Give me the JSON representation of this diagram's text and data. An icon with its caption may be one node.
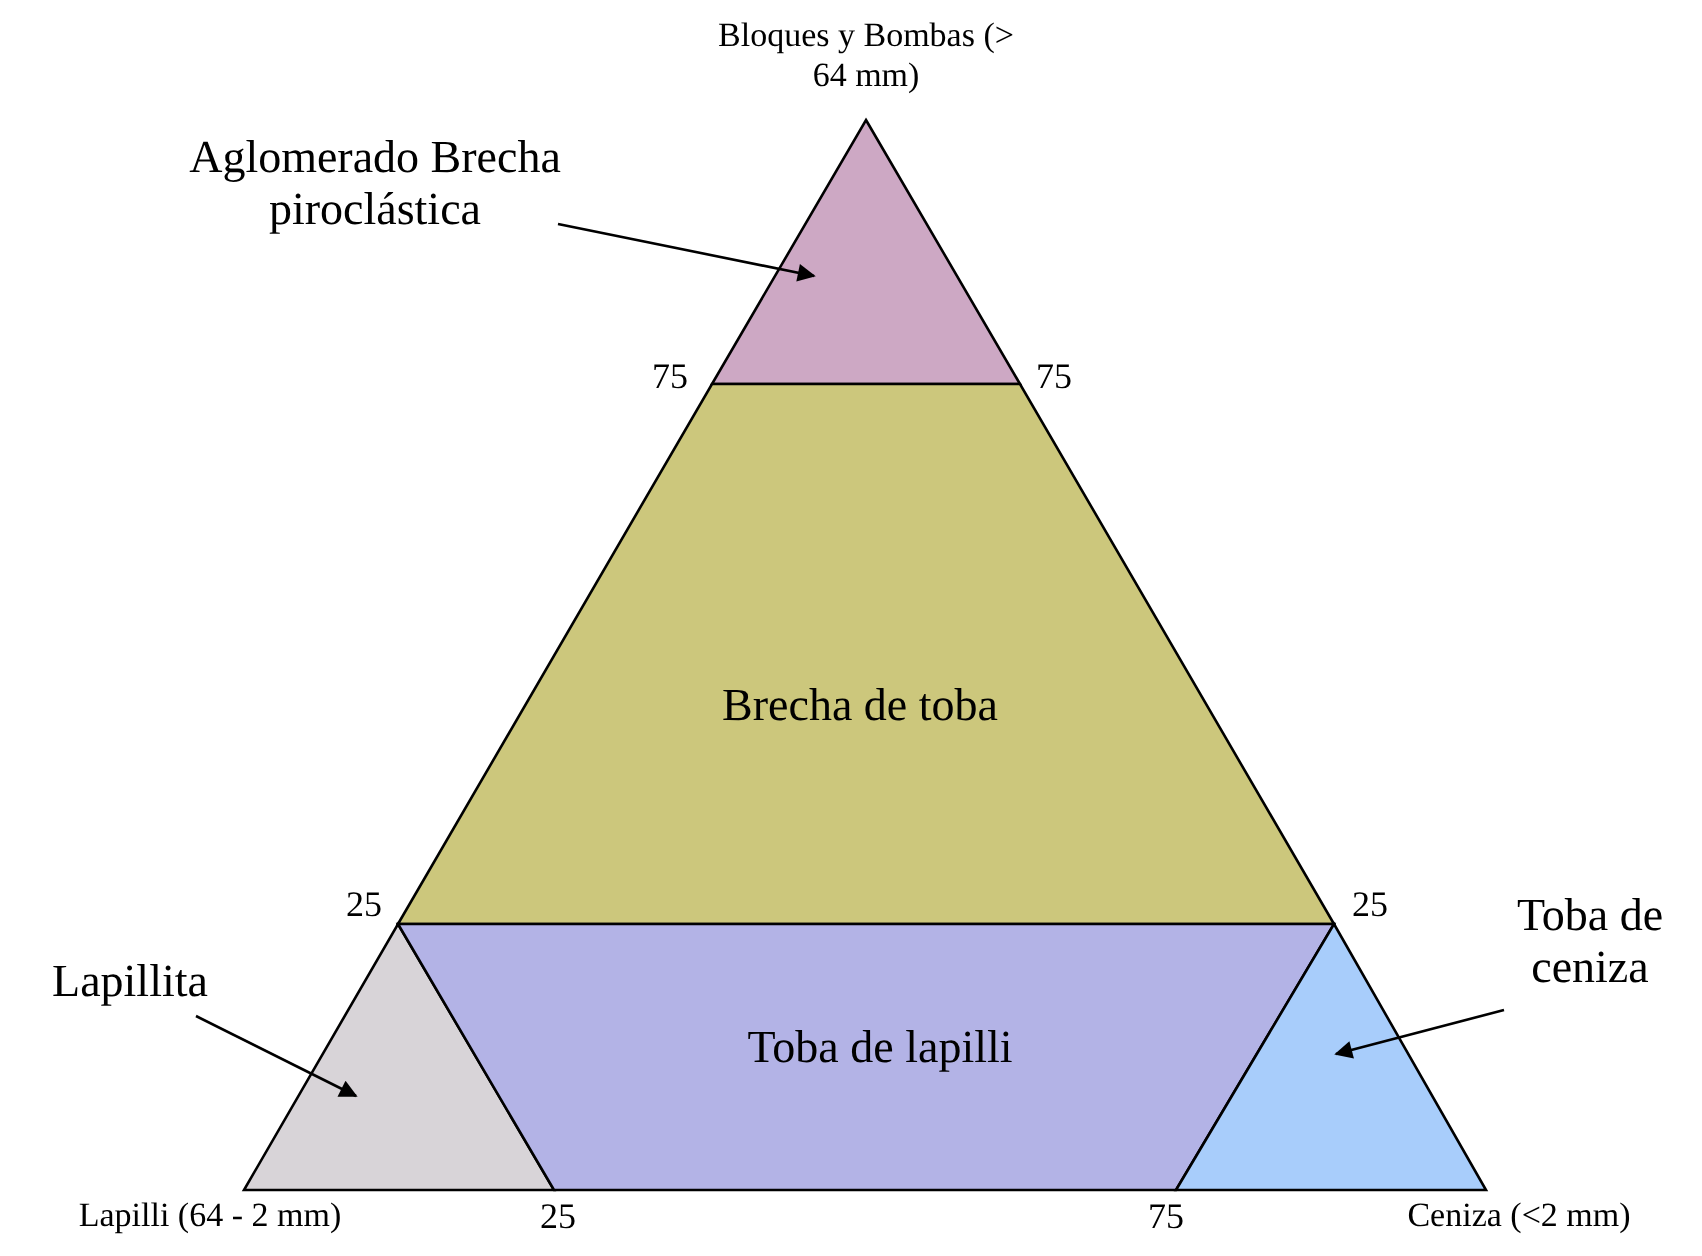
{
  "diagram": {
    "nodes": [
      {
        "text": [
          "Aglomerado Brecha piroclástica"
        ]
      },
      {
        "text": [],
        "shape": "triangle"
      },
      {
        "text": [
          "Brecha de toba"
        ]
      },
      {
        "text": [
          "Lapillita"
        ]
      },
      {
        "text": [],
        "shape": "triangle"
      },
      {
        "text": [
          "Toba de lapilli"
        ]
      },
      {
        "text": [
          "Toba de ceniza"
        ]
      },
      {
        "text": [],
        "shape": "triangle"
      }
    ],
    "edges": [
      {
        "from": 0,
        "to": 1,
        "arrow": "to"
      },
      {
        "from": 3,
        "to": 4,
        "arrow": "to"
      },
      {
        "from": 6,
        "to": 7,
        "arrow": "to"
      }
    ],
    "labels": [
      "Bloques y Bombas (> 64 mm)",
      "75",
      "75",
      "25",
      "25",
      "Lapilli (64 - 2 mm)",
      "25",
      "75",
      "Ceniza (<2 mm)"
    ]
  }
}
